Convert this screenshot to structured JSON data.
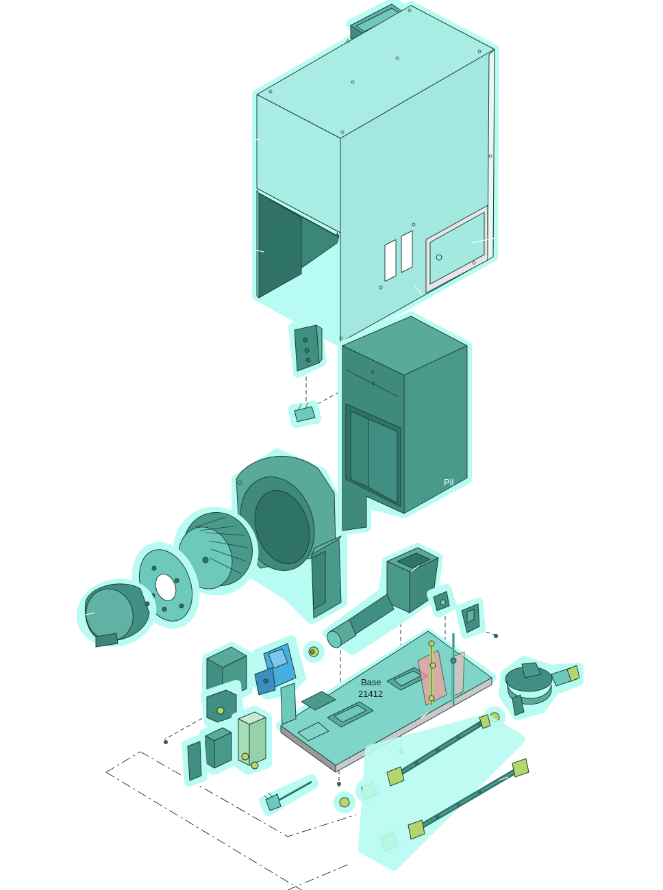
{
  "colors": {
    "halo": "#b8fbf2",
    "light": "#9fe8de",
    "mid": "#6cc9bb",
    "dark": "#418f82",
    "darker": "#2f7368",
    "yellow_green": "#b5d66a",
    "blue": "#46aee0",
    "pale_green": "#a9dcb8",
    "pink": "#ff9a9a",
    "gray": "#c9c9c9"
  },
  "labels": {
    "base_name": "Base",
    "base_number": "21412",
    "pilot_partial": "Pil"
  }
}
